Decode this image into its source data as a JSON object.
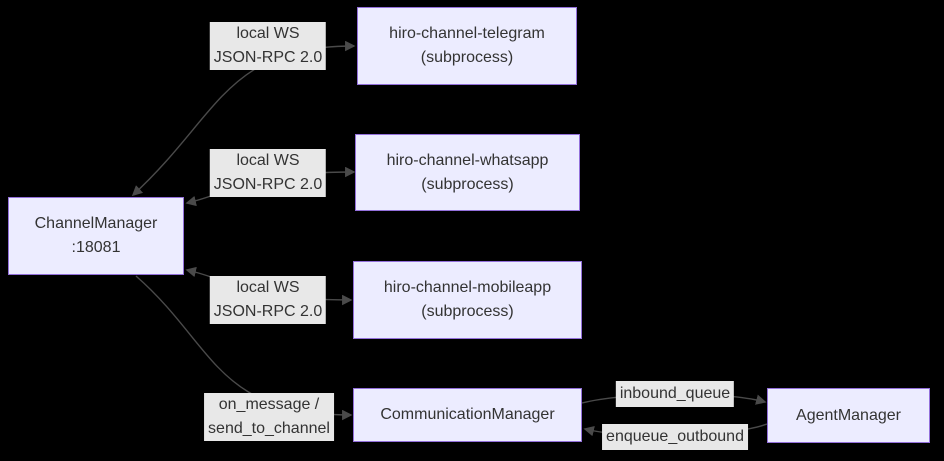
{
  "diagram": {
    "colors": {
      "background": "#000000",
      "node_fill": "#ECECFF",
      "node_border": "#9370DB",
      "text": "#333333",
      "edge_label_bg": "#e8e8e8",
      "edge_stroke": "#4a4a4a"
    },
    "nodes": {
      "channel_manager": {
        "line1": "ChannelManager",
        "line2": ":18081"
      },
      "telegram": {
        "line1": "hiro-channel-telegram",
        "line2": "(subprocess)"
      },
      "whatsapp": {
        "line1": "hiro-channel-whatsapp",
        "line2": "(subprocess)"
      },
      "mobileapp": {
        "line1": "hiro-channel-mobileapp",
        "line2": "(subprocess)"
      },
      "communication_manager": {
        "line1": "CommunicationManager"
      },
      "agent_manager": {
        "line1": "AgentManager"
      }
    },
    "edge_labels": {
      "telegram_link": {
        "line1": "local WS",
        "line2": "JSON-RPC 2.0"
      },
      "whatsapp_link": {
        "line1": "local WS",
        "line2": "JSON-RPC 2.0"
      },
      "mobileapp_link": {
        "line1": "local WS",
        "line2": "JSON-RPC 2.0"
      },
      "comm_link": {
        "line1": "on_message /",
        "line2": "send_to_channel"
      },
      "inbound_queue": {
        "line1": "inbound_queue"
      },
      "enqueue_outbound": {
        "line1": "enqueue_outbound"
      }
    }
  }
}
